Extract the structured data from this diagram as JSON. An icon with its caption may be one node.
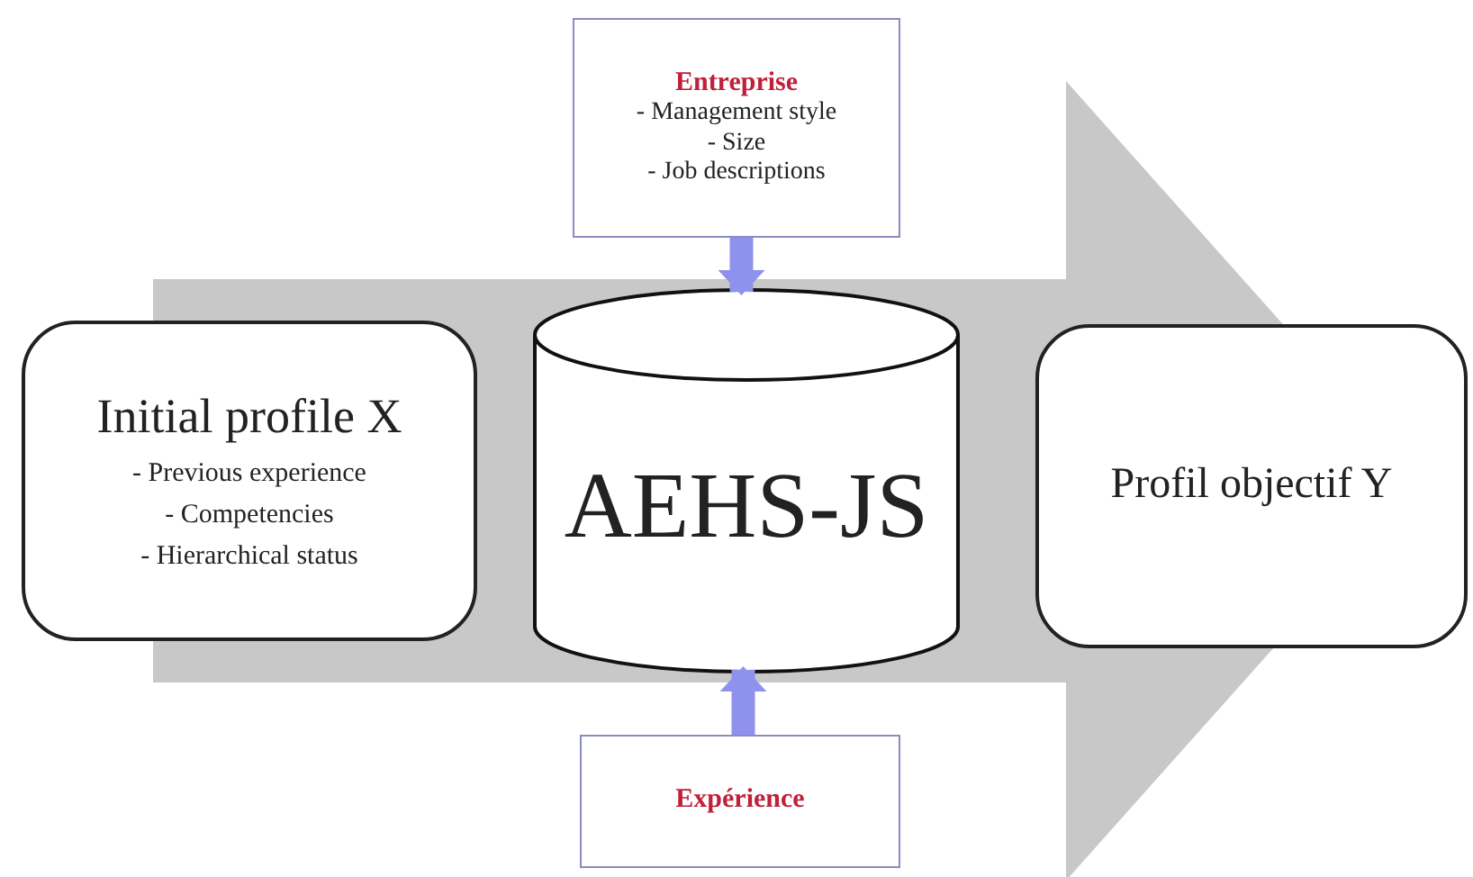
{
  "diagram": {
    "nodes": [
      {
        "text": [
          "Initial profile X",
          "- Previous experience",
          "- Competencies",
          "- Hierarchical status"
        ]
      },
      {
        "text": [
          "Entreprise",
          "- Management style",
          "- Size",
          "- Job descriptions"
        ]
      },
      {
        "text": [
          "AEHS-JS"
        ]
      },
      {
        "text": [
          "Expérience"
        ]
      },
      {
        "text": [
          "Profil objectif Y"
        ]
      }
    ],
    "edges": [
      {
        "from": 1,
        "to": 2,
        "arrow": "to"
      },
      {
        "from": 3,
        "to": 2,
        "arrow": "to"
      },
      {
        "from": 0,
        "to": 4,
        "arrow": "to",
        "style": "thick",
        "color": "#c8c8c8"
      }
    ]
  }
}
